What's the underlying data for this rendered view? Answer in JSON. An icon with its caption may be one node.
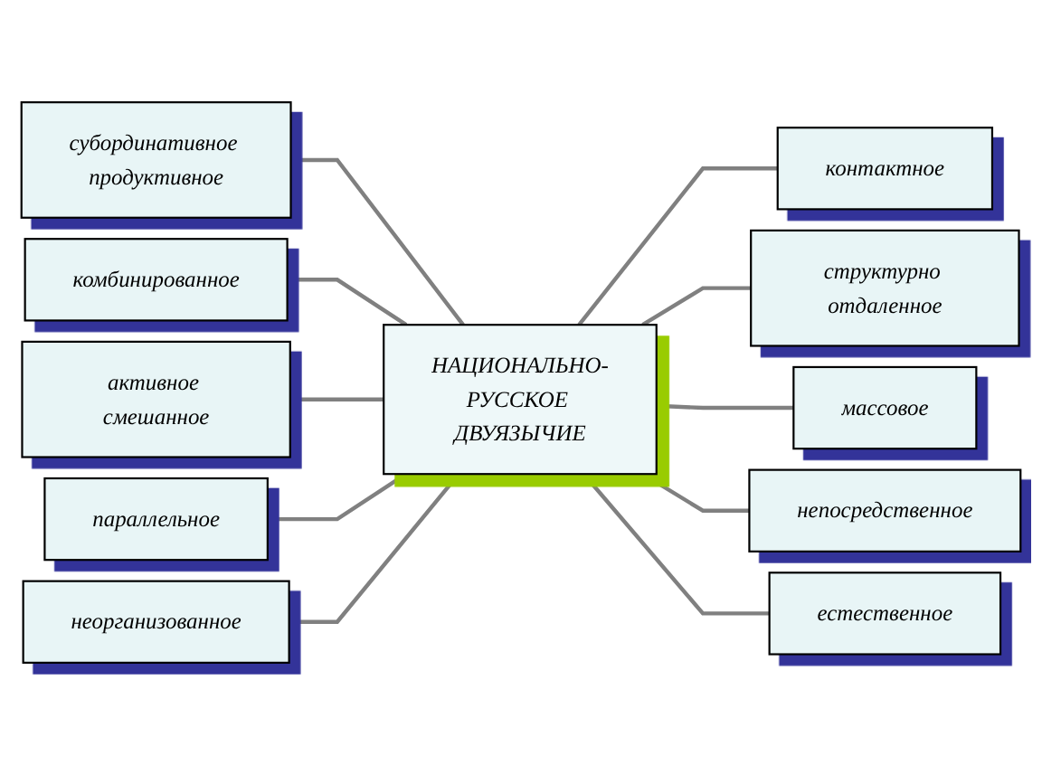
{
  "diagram": {
    "nodes": [
      {
        "text": [
          "субординативное продуктивное"
        ]
      },
      {
        "text": [
          "комбинированное"
        ]
      },
      {
        "text": [
          "контактное"
        ]
      },
      {
        "text": [
          "активное смешанное"
        ]
      },
      {
        "text": [
          "структурно отдаленное"
        ]
      },
      {
        "text": [
          "НАЦИОНАЛЬНО-РУССКОЕ ДВУЯЗЫЧИЕ"
        ]
      },
      {
        "text": [
          "параллельное"
        ]
      },
      {
        "text": [
          "массовое"
        ]
      },
      {
        "text": [
          "неорганизованное"
        ]
      },
      {
        "text": [
          "непосредственное"
        ]
      },
      {
        "text": [
          "естественное"
        ]
      }
    ],
    "edges": [
      {
        "from": 0,
        "to": 5,
        "arrow": "none"
      },
      {
        "from": 1,
        "to": 5,
        "arrow": "none"
      },
      {
        "from": 3,
        "to": 5,
        "arrow": "none"
      },
      {
        "from": 6,
        "to": 5,
        "arrow": "none"
      },
      {
        "from": 8,
        "to": 5,
        "arrow": "none"
      },
      {
        "from": 5,
        "to": 2,
        "arrow": "none"
      },
      {
        "from": 5,
        "to": 4,
        "arrow": "none"
      },
      {
        "from": 5,
        "to": 7,
        "arrow": "none"
      },
      {
        "from": 5,
        "to": 9,
        "arrow": "none"
      },
      {
        "from": 5,
        "to": 10,
        "arrow": "none"
      }
    ]
  }
}
